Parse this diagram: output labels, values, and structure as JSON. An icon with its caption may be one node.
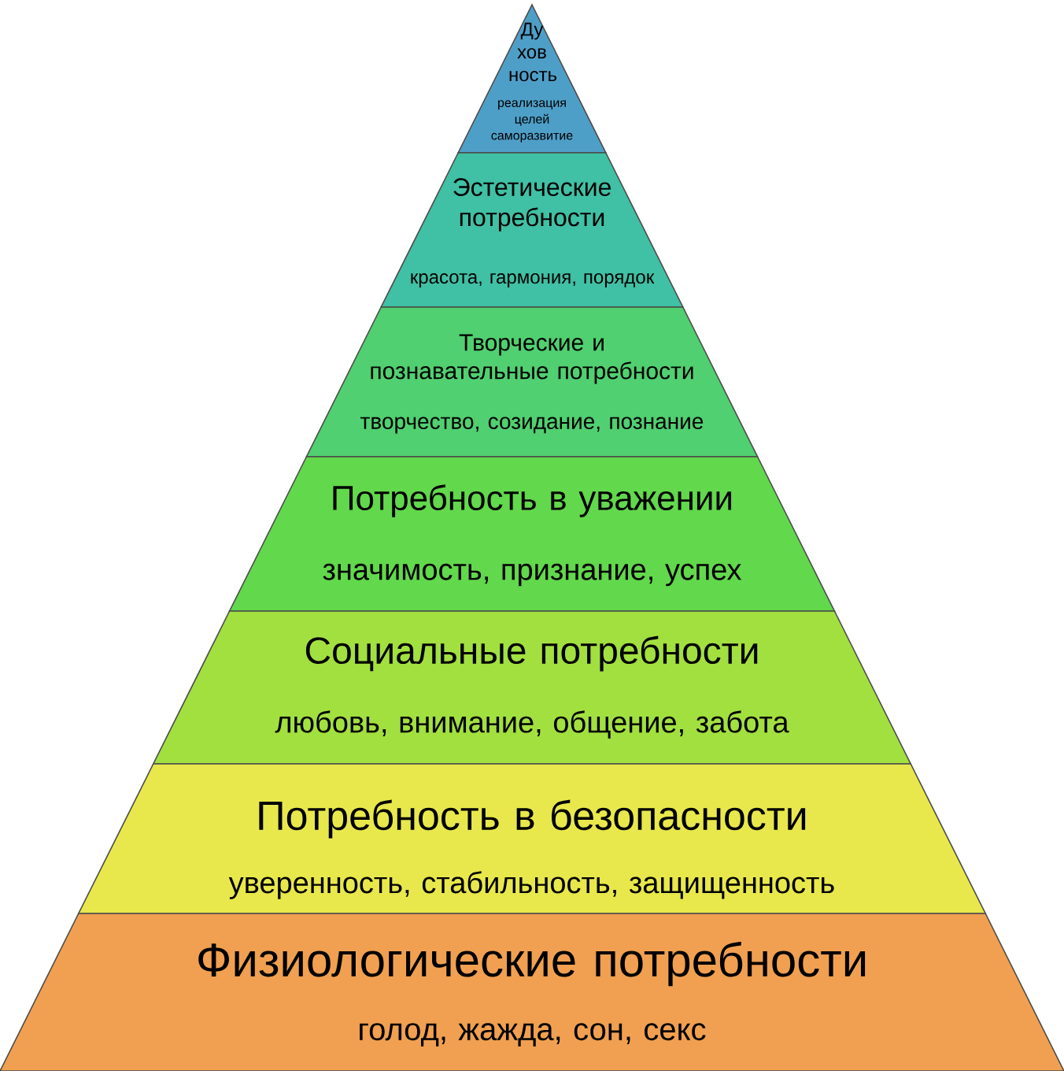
{
  "diagram": {
    "nodes": [
      {
        "text": [
          "Ду хов ность",
          "реализация целей саморазвитие"
        ]
      },
      {
        "text": [
          "Эстетические потребности",
          "красота, гармония, порядок"
        ]
      },
      {
        "text": [
          "Творческие и познавательные потребности",
          "творчество, созидание, познание"
        ]
      },
      {
        "text": [
          "Потребность в уважении",
          "значимость, признание, успех"
        ]
      },
      {
        "text": [
          "Социальные потребности",
          "любовь, внимание, общение, забота"
        ]
      },
      {
        "text": [
          "Потребность в безопасности",
          "уверенность, стабильность, защищенность"
        ]
      },
      {
        "text": [
          "Физиологические потребности",
          "голод, жажда, сон, секс"
        ]
      }
    ],
    "edges": []
  }
}
